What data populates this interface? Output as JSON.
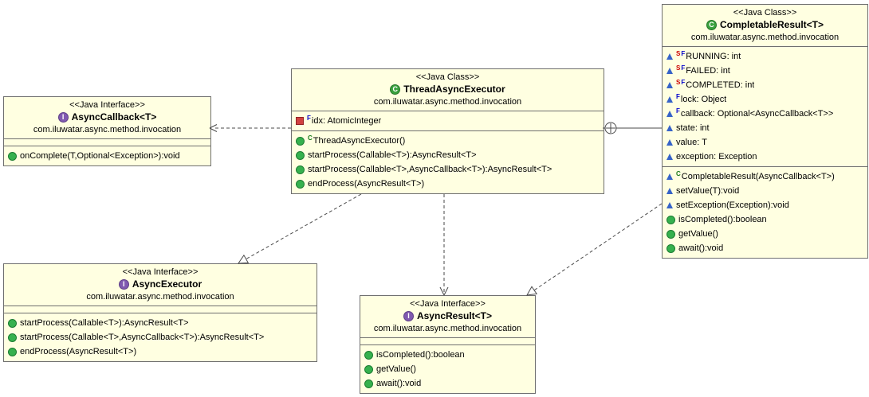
{
  "classes": {
    "asyncCallback": {
      "stereotype": "<<Java Interface>>",
      "badge": "I",
      "name": "AsyncCallback<T>",
      "package": "com.iluwatar.async.method.invocation",
      "methods": [
        {
          "label": "onComplete(T,Optional<Exception>):void"
        }
      ]
    },
    "threadAsyncExecutor": {
      "stereotype": "<<Java Class>>",
      "badge": "C",
      "name": "ThreadAsyncExecutor",
      "package": "com.iluwatar.async.method.invocation",
      "fields": [
        {
          "label": "idx: AtomicInteger",
          "adorn_f": "F"
        }
      ],
      "methods": [
        {
          "label": "ThreadAsyncExecutor()",
          "adorn_c": "C"
        },
        {
          "label": "startProcess(Callable<T>):AsyncResult<T>"
        },
        {
          "label": "startProcess(Callable<T>,AsyncCallback<T>):AsyncResult<T>"
        },
        {
          "label": "endProcess(AsyncResult<T>)"
        }
      ]
    },
    "completableResult": {
      "stereotype": "<<Java Class>>",
      "badge": "C",
      "name": "CompletableResult<T>",
      "package": "com.iluwatar.async.method.invocation",
      "fields": [
        {
          "label": "RUNNING: int",
          "adorn_s": "S",
          "adorn_f": "F"
        },
        {
          "label": "FAILED: int",
          "adorn_s": "S",
          "adorn_f": "F"
        },
        {
          "label": "COMPLETED: int",
          "adorn_s": "S",
          "adorn_f": "F"
        },
        {
          "label": "lock: Object",
          "adorn_f": "F"
        },
        {
          "label": "callback: Optional<AsyncCallback<T>>",
          "adorn_f": "F"
        },
        {
          "label": "state: int"
        },
        {
          "label": "value: T"
        },
        {
          "label": "exception: Exception"
        }
      ],
      "methods": [
        {
          "label": "CompletableResult(AsyncCallback<T>)",
          "adorn_c": "C"
        },
        {
          "label": "setValue(T):void"
        },
        {
          "label": "setException(Exception):void"
        },
        {
          "label": "isCompleted():boolean"
        },
        {
          "label": "getValue()"
        },
        {
          "label": "await():void"
        }
      ]
    },
    "asyncExecutor": {
      "stereotype": "<<Java Interface>>",
      "badge": "I",
      "name": "AsyncExecutor",
      "package": "com.iluwatar.async.method.invocation",
      "methods": [
        {
          "label": "startProcess(Callable<T>):AsyncResult<T>"
        },
        {
          "label": "startProcess(Callable<T>,AsyncCallback<T>):AsyncResult<T>"
        },
        {
          "label": "endProcess(AsyncResult<T>)"
        }
      ]
    },
    "asyncResult": {
      "stereotype": "<<Java Interface>>",
      "badge": "I",
      "name": "AsyncResult<T>",
      "package": "com.iluwatar.async.method.invocation",
      "methods": [
        {
          "label": "isCompleted():boolean"
        },
        {
          "label": "getValue()"
        },
        {
          "label": "await():void"
        }
      ]
    }
  },
  "relations": [
    {
      "from": "ThreadAsyncExecutor",
      "to": "AsyncCallback<T>",
      "type": "dependency"
    },
    {
      "from": "ThreadAsyncExecutor",
      "to": "AsyncExecutor",
      "type": "realization"
    },
    {
      "from": "ThreadAsyncExecutor",
      "to": "AsyncResult<T>",
      "type": "dependency"
    },
    {
      "from": "CompletableResult<T>",
      "to": "AsyncResult<T>",
      "type": "realization"
    },
    {
      "from": "ThreadAsyncExecutor",
      "to": "CompletableResult<T>",
      "type": "nested-class-anchor"
    }
  ],
  "colors": {
    "box_fill": "#ffffe1",
    "box_border": "#6f6f6f",
    "edge": "#4a4a4a",
    "interface_badge": "#8059b0",
    "class_badge": "#3aa13f",
    "public_member": "#36b14e",
    "package_member": "#3663c8",
    "private_member": "#d14141"
  }
}
